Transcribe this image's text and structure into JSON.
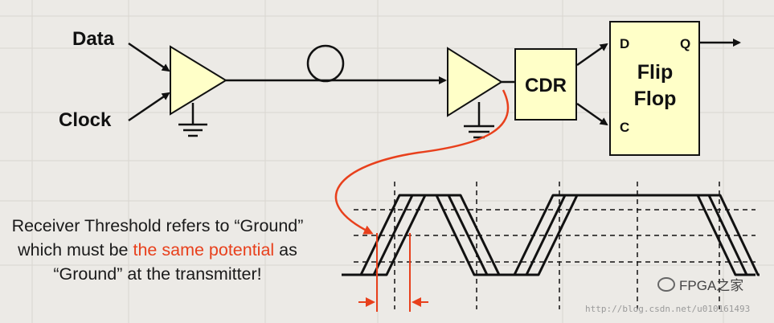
{
  "diagram": {
    "labels": {
      "data": "Data",
      "clock": "Clock",
      "cdr": "CDR",
      "flipflop_line1": "Flip",
      "flipflop_line2": "Flop",
      "pin_d": "D",
      "pin_q": "Q",
      "pin_c": "C"
    },
    "colors": {
      "buffer_fill": "#ffffc8",
      "block_fill": "#ffffc8",
      "wire": "#111111",
      "highlight": "#e8401c",
      "background": "#eceae6"
    }
  },
  "caption": {
    "part1": "Receiver Threshold refers to “Ground” which must be ",
    "highlight": "the same potential",
    "part2": " as “Ground” at the transmitter!"
  },
  "watermark": {
    "brand": "FPGA之家",
    "url": "http://blog.csdn.net/u010161493"
  }
}
